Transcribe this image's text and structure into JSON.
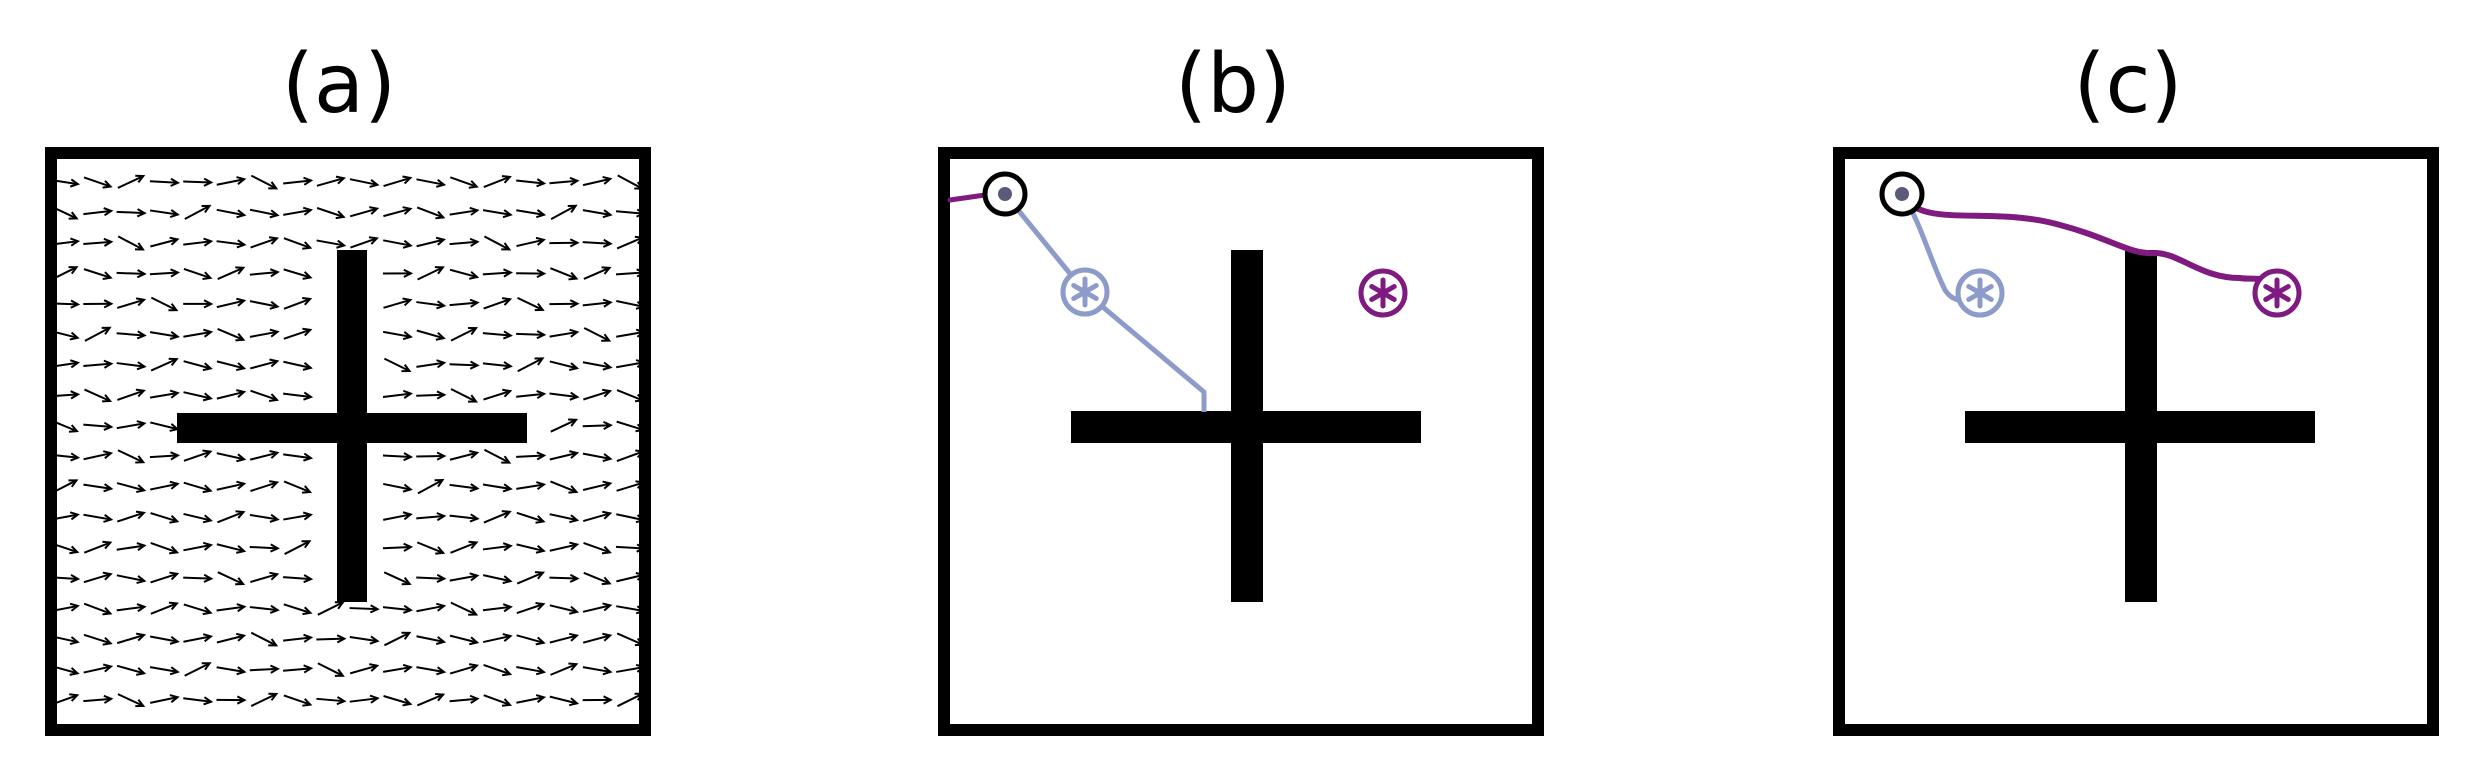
{
  "panels": [
    {
      "id": "a",
      "label": "(a)"
    },
    {
      "id": "b",
      "label": "(b)"
    },
    {
      "id": "c",
      "label": "(c)"
    }
  ],
  "colors": {
    "frame": "#000000",
    "obstacle": "#000000",
    "arrow": "#000000",
    "start_marker": "#000000",
    "goal_light": "#8c9bc9",
    "goal_dark": "#7f1a80",
    "path_light": "#8c9bc9",
    "path_dark": "#7f1a80"
  },
  "icons": {
    "start": "circled-dot-icon",
    "goal": "circled-asterisk-icon",
    "obstacle": "plus-shaped-wall",
    "vector_field": "arrow-field"
  }
}
